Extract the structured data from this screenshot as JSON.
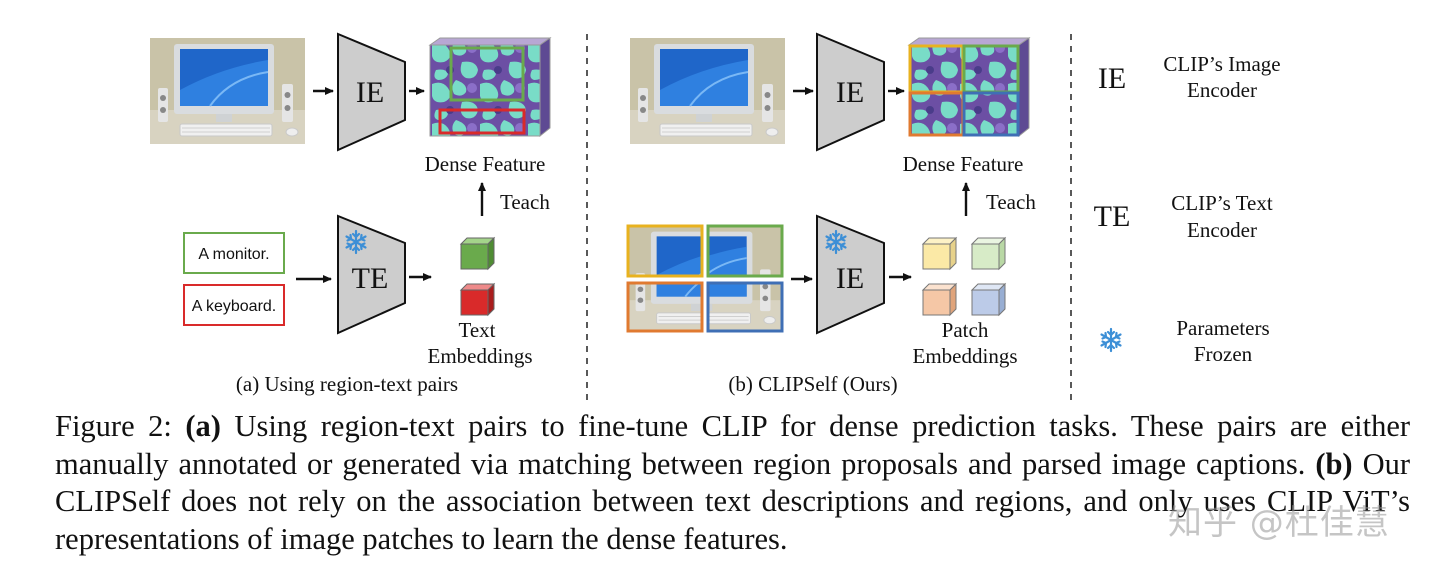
{
  "panel_a": {
    "encoder_label": "IE",
    "text_encoder_label": "TE",
    "dense_feature": "Dense Feature",
    "teach": "Teach",
    "text_inputs": [
      "A monitor.",
      "A keyboard."
    ],
    "embeddings_label_line1": "Text",
    "embeddings_label_line2": "Embeddings",
    "subcaption": "(a) Using region-text pairs"
  },
  "panel_b": {
    "encoder_label": "IE",
    "student_encoder_label": "IE",
    "dense_feature": "Dense Feature",
    "teach": "Teach",
    "embeddings_label_line1": "Patch",
    "embeddings_label_line2": "Embeddings",
    "subcaption": "(b) CLIPSelf (Ours)"
  },
  "legend": {
    "ie_symbol": "IE",
    "ie_desc_line1": "CLIP’s Image",
    "ie_desc_line2": "Encoder",
    "te_symbol": "TE",
    "te_desc_line1": "CLIP’s Text",
    "te_desc_line2": "Encoder",
    "frozen_desc_line1": "Parameters",
    "frozen_desc_line2": "Frozen"
  },
  "caption": {
    "figure_label": "Figure 2:",
    "part_a_tag": "(a)",
    "part_a_text": "Using region-text pairs to fine-tune CLIP for dense prediction tasks. These pairs are either manually annotated or generated via matching between region proposals and parsed image captions.",
    "part_b_tag": "(b)",
    "part_b_text": "Our CLIPSelf does not rely on the association between text descriptions and regions, and only uses CLIP ViT’s representations of image patches to learn the dense features."
  },
  "watermark": "知乎 @杜佳慧",
  "colors": {
    "encoder_fill": "#cdcdcd",
    "green": "#6aaa4c",
    "red": "#d92a2a",
    "yellow": "#e8b21f",
    "orange": "#e07a30",
    "blue": "#3f6fb5",
    "snowflake": "#3d8fd6"
  }
}
